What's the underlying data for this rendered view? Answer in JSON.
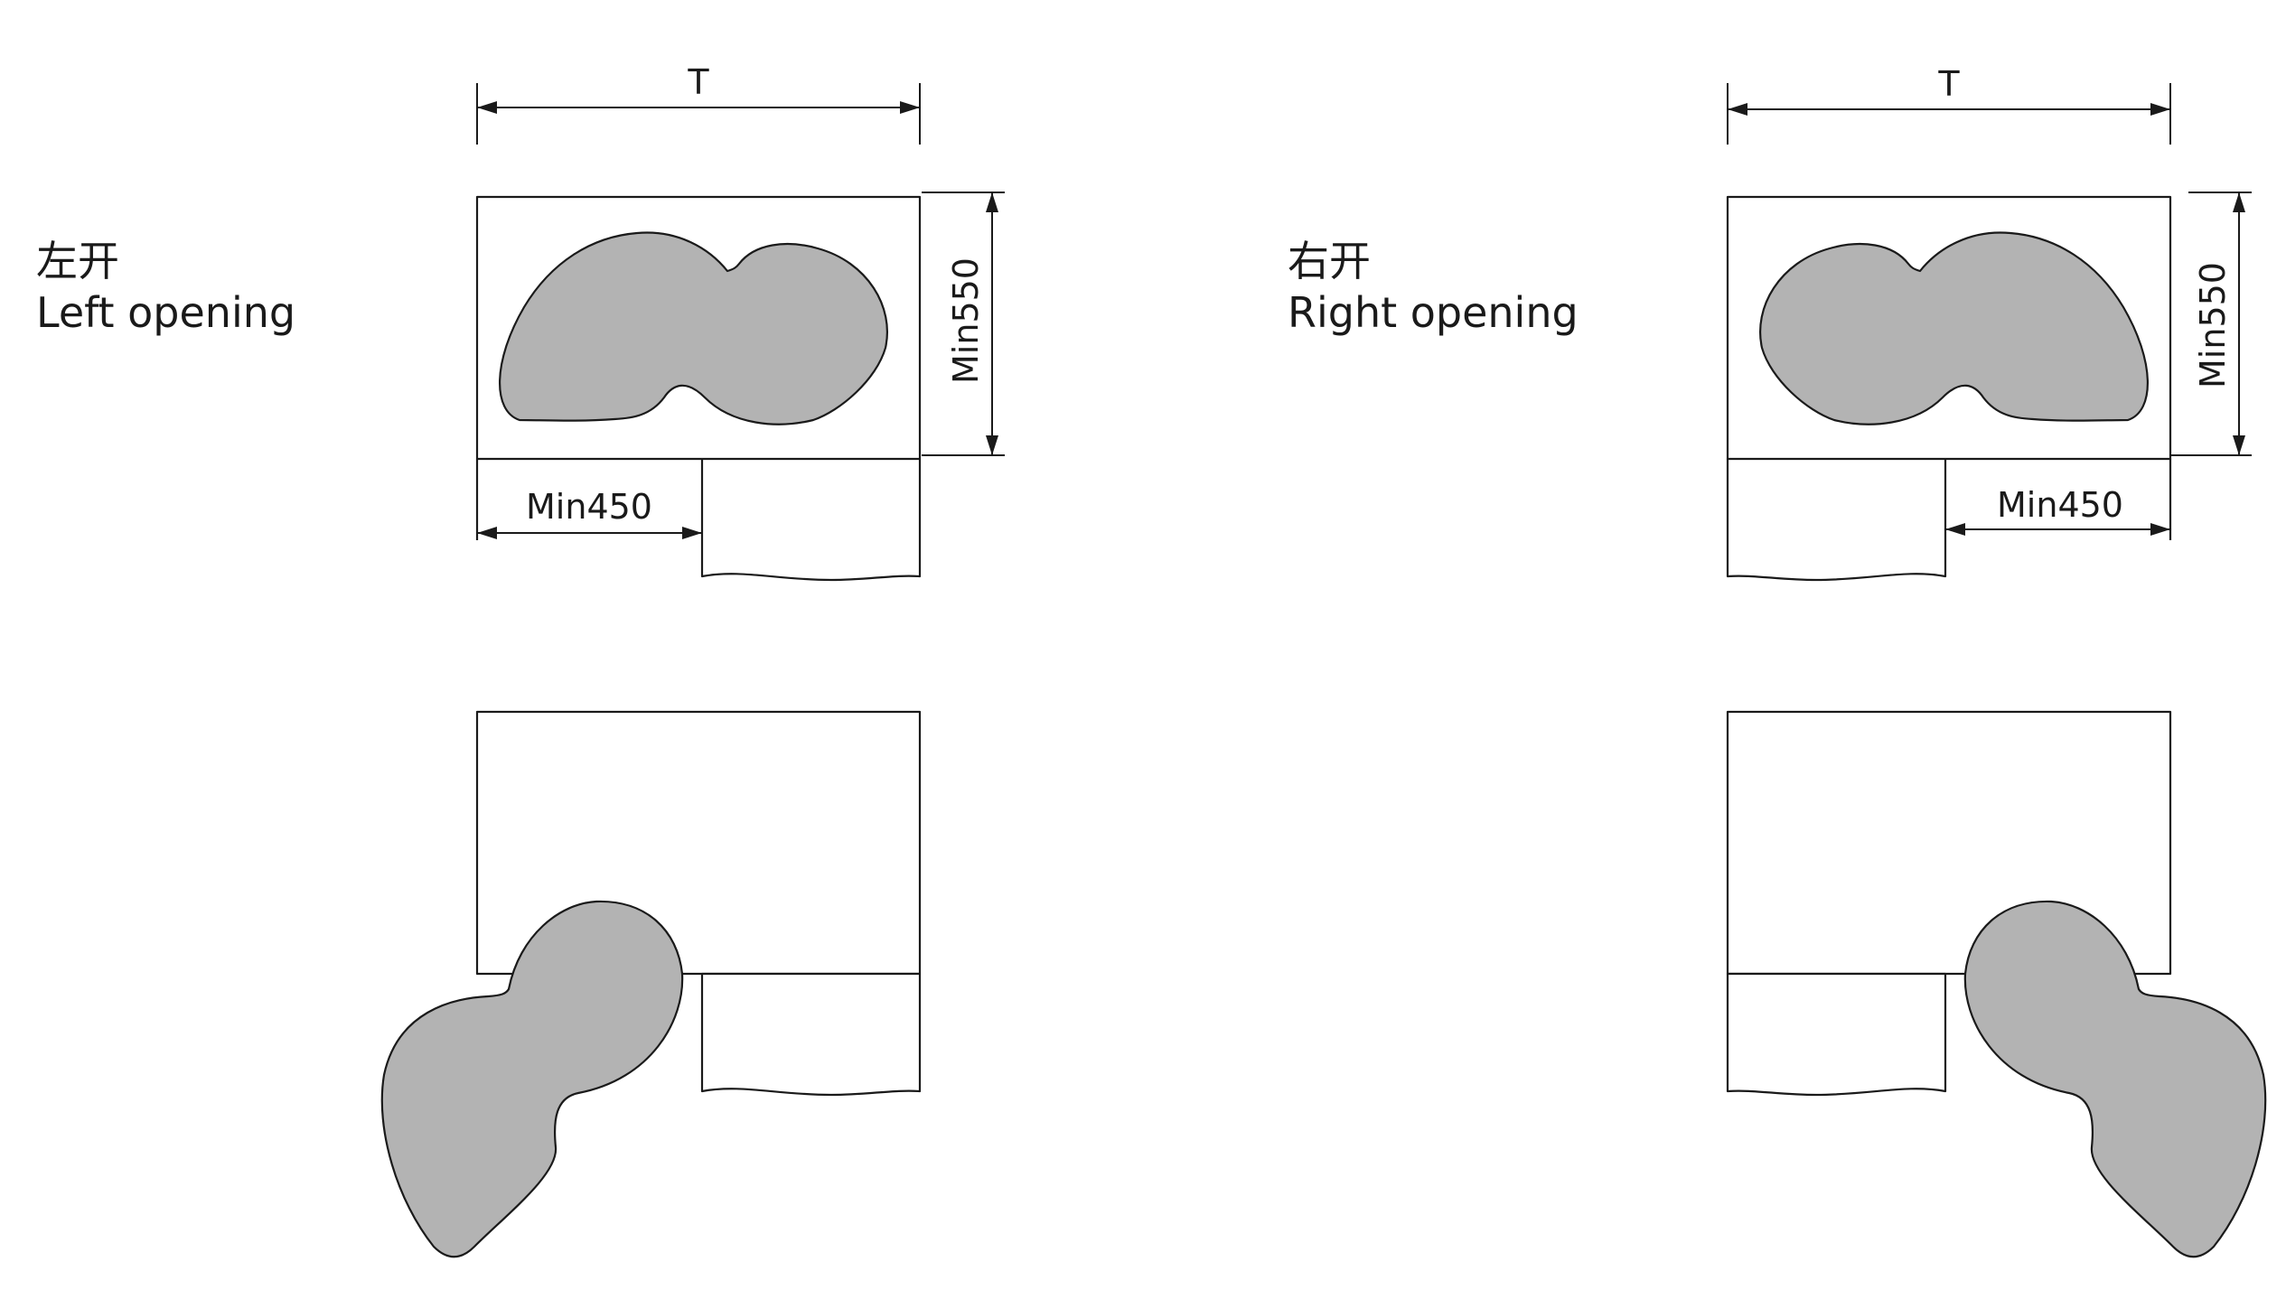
{
  "left": {
    "title_cn": "左开",
    "title_en": "Left opening",
    "dim_width": "T",
    "dim_depth": "Min550",
    "dim_clearance": "Min450"
  },
  "right": {
    "title_cn": "右开",
    "title_en": "Right opening",
    "dim_width": "T",
    "dim_depth": "Min550",
    "dim_clearance": "Min450"
  },
  "colors": {
    "line": "#1a1a1a",
    "fill": "#b3b3b3",
    "background": "#ffffff"
  }
}
